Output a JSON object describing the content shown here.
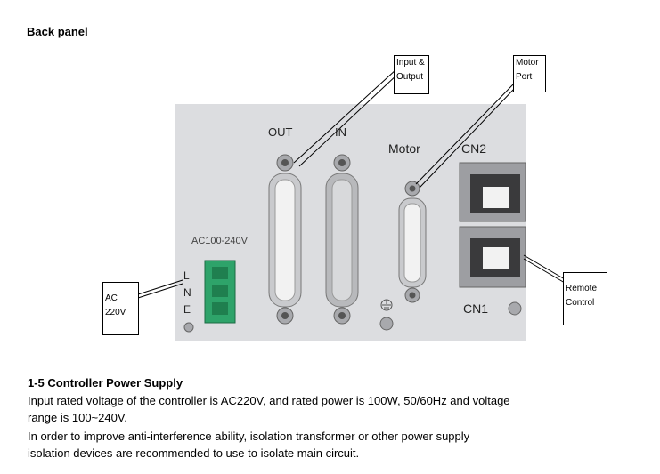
{
  "section_title": "Back panel",
  "panel_labels": {
    "out": "OUT",
    "in": "IN",
    "motor": "Motor",
    "cn2": "CN2",
    "cn1": "CN1",
    "ac_range": "AC100-240V",
    "terminal_l": "L",
    "terminal_n": "N",
    "terminal_e": "E"
  },
  "callouts": {
    "io": [
      "Input &",
      "Output"
    ],
    "motor": [
      "Motor",
      "Port"
    ],
    "remote": [
      "Remote",
      "Control"
    ],
    "ac": [
      "AC",
      "220V"
    ]
  },
  "power_supply": {
    "heading": "1-5 Controller Power Supply",
    "para1_line1": "Input rated voltage of the controller is AC220V, and rated power is 100W, 50/60Hz and voltage",
    "para1_line2": "range is 100~240V.",
    "para2_line1": "In order to improve anti-interference ability, isolation transformer or other power supply",
    "para2_line2": "isolation devices are recommended to use to isolate main circuit."
  }
}
